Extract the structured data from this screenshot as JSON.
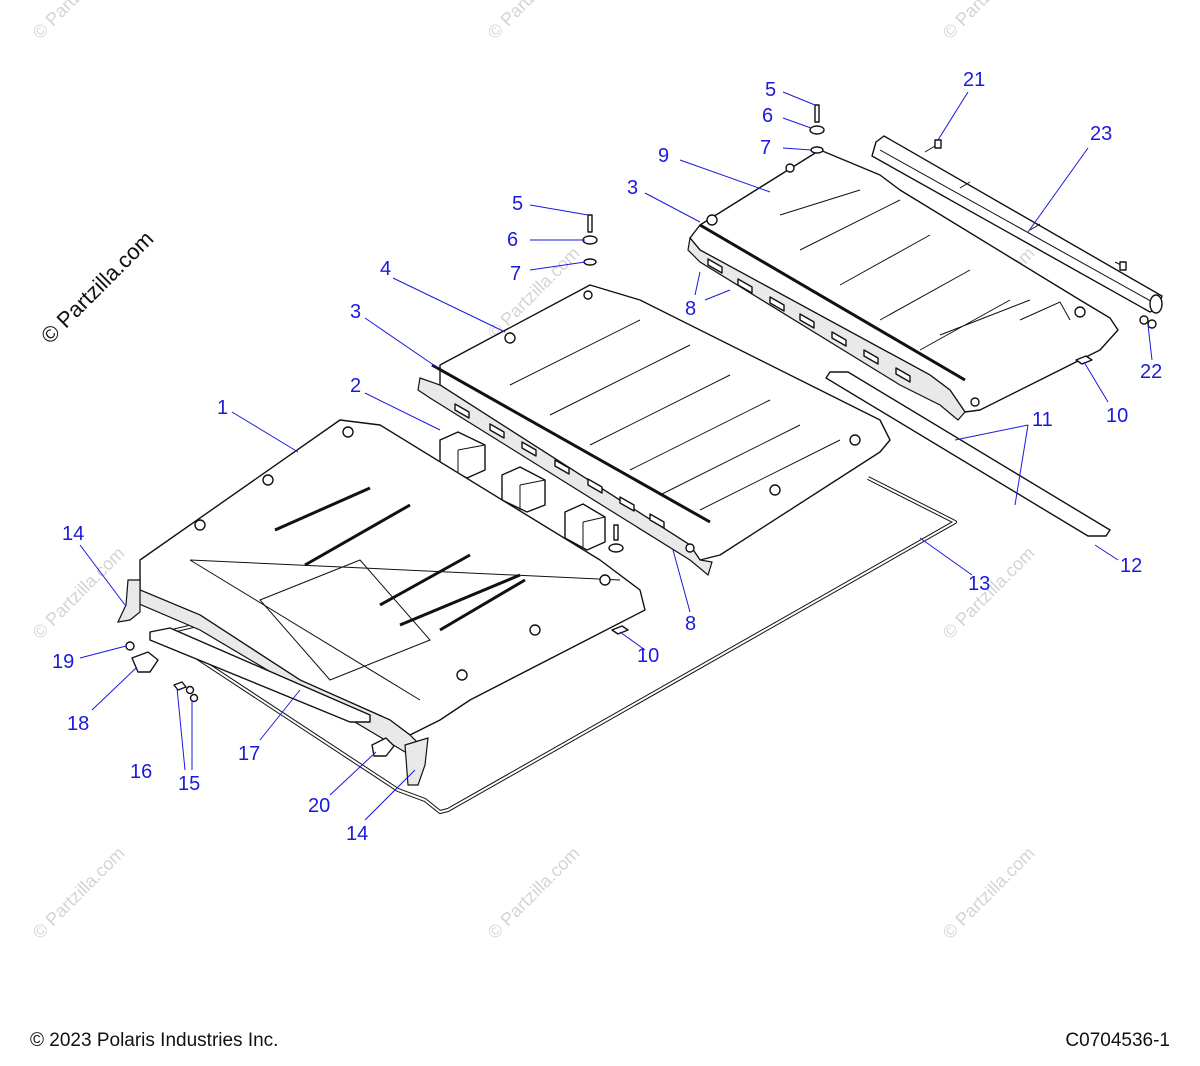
{
  "watermark": {
    "main": "© Partzilla.com",
    "tile": "© Partzilla.com"
  },
  "callouts": {
    "c1": "1",
    "c2": "2",
    "c3a": "3",
    "c3b": "3",
    "c4": "4",
    "c5a": "5",
    "c5b": "5",
    "c6a": "6",
    "c6b": "6",
    "c7a": "7",
    "c7b": "7",
    "c8a": "8",
    "c8b": "8",
    "c9": "9",
    "c10a": "10",
    "c10b": "10",
    "c11": "11",
    "c12": "12",
    "c13": "13",
    "c14a": "14",
    "c14b": "14",
    "c15": "15",
    "c16": "16",
    "c17": "17",
    "c18": "18",
    "c19": "19",
    "c20": "20",
    "c21": "21",
    "c22": "22",
    "c23": "23"
  },
  "footer": {
    "copyright": "© 2023 Polaris Industries Inc.",
    "code": "C0704536-1"
  },
  "colors": {
    "callout": "#1a1adc",
    "line": "#111111",
    "watermark": "#d4d4d4"
  }
}
